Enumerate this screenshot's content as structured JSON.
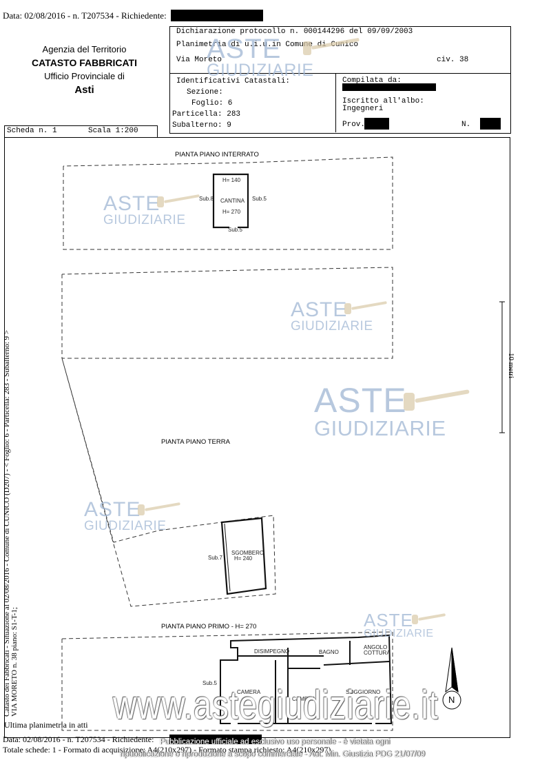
{
  "header": {
    "top_line": "Data: 02/08/2016 - n. T207534 - Richiedente:",
    "agency_line1": "Agenzia del Territorio",
    "agency_line2": "CATASTO FABBRICATI",
    "agency_line3": "Ufficio Provinciale di",
    "agency_line4": "Asti",
    "dichiarazione": "Dichiarazione protocollo n. 000144296 del 09/09/2003",
    "planimetria": "Planimetria di u.i.u.in Comune di Cunico",
    "via": "Via Moreto",
    "civ": "civ. 38",
    "identificativi_title": "Identificativi Catastali:",
    "sezione": "Sezione:",
    "foglio": "Foglio: 6",
    "particella": "Particella: 283",
    "subalterno": "Subalterno: 9",
    "compilata": "Compilata da:",
    "iscritto": "Iscritto all'albo:",
    "ingegneri": "Ingegneri",
    "prov": "Prov.",
    "n_label": "N.",
    "scheda": "Scheda n. 1",
    "scala": "Scala 1:200"
  },
  "plan": {
    "interrato_title": "PIANTA PIANO INTERRATO",
    "interrato_h": "H= 140",
    "cantina": "CANTINA",
    "cantina_h": "H= 270",
    "sub8": "Sub.8",
    "sub5_right": "Sub.5",
    "sub5_bottom": "Sub.5",
    "terra_title": "PIANTA PIANO TERRA",
    "sub7": "Sub.7",
    "sgombero": "SGOMBERO",
    "sgombero_h": "H= 240",
    "primo_title": "PIANTA PIANO PRIMO - H= 270",
    "disimpegno": "DISIMPEGNO",
    "bagno": "BAGNO",
    "angolo": "ANGOLO",
    "cottura": "COTTURA",
    "sub5_primo": "Sub.5",
    "camera1": "CAMERA",
    "camera2": "CAMERA",
    "soggiorno": "SOGGIORNO",
    "scale_bar": "10 metri",
    "north": "N"
  },
  "side": {
    "vertical_line1": "Catasto dei Fabbricati - Situazione al 02/08/2016 - Comune di CUNICO (D207) - < Foglio: 6 - Particella: 283 - Subalterno: 9 >",
    "vertical_line2": "VIA MORETO n. 38 piano: S1-T-1;"
  },
  "footer": {
    "ultima": "Ultima planimetria in atti",
    "data_line": "Data: 02/08/2016 - n. T207534 - Richiedente:",
    "totale": "Totale schede: 1 - Formato di acquisizione: A4(210x297) - Formato stampa richiesto: A4(210x297)",
    "disclaimer1": "Pubblicazione ufficiale ad esclusivo uso personale - è vietata ogni",
    "disclaimer2": "ripubblicazione o riproduzione a scopo commerciale - Aut. Min. Giustizia PDG 21/07/09",
    "site": "www.astegiudiziarie.it"
  },
  "watermark": {
    "aste": "ASTE",
    "giudiziarie": "GIUDIZIARIE"
  },
  "colors": {
    "watermark": "#9fb6d4",
    "gavel": "#d9c9a8"
  }
}
